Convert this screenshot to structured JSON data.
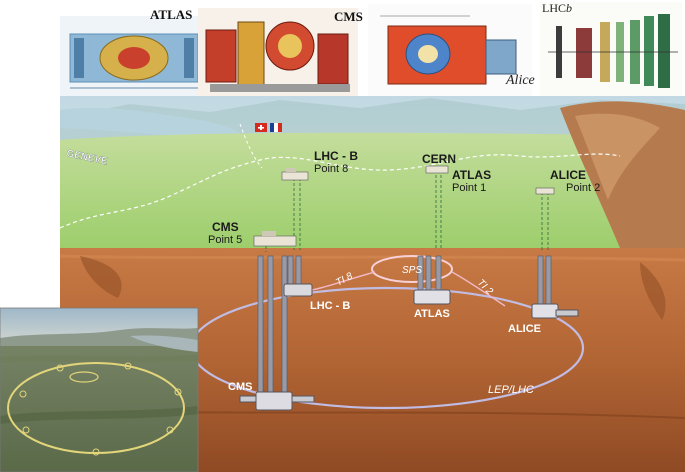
{
  "detectors": {
    "atlas": "ATLAS",
    "cms": "CMS",
    "alice": "Alice",
    "lhcb_prefix": "LHC",
    "lhcb_suffix": "b"
  },
  "map": {
    "city": "GENEVE",
    "cern": "CERN",
    "points": {
      "lhcb_name": "LHC - B",
      "lhcb_point": "Point 8",
      "atlas_name": "ATLAS",
      "atlas_point": "Point 1",
      "alice_name": "ALICE",
      "alice_point": "Point 2",
      "cms_name": "CMS",
      "cms_point": "Point 5"
    }
  },
  "underground": {
    "sps": "SPS",
    "ti8": "TI 8",
    "ti2": "TI 2",
    "lhcb": "LHC - B",
    "atlas": "ATLAS",
    "alice": "ALICE",
    "cms": "CMS",
    "ring": "LEP/LHC"
  },
  "colors": {
    "sky": "#c6dbe4",
    "ground": "#a3d27a",
    "rock": "#b86a38",
    "ring": "#b9b3dc",
    "sps": "#f2c2cb"
  }
}
